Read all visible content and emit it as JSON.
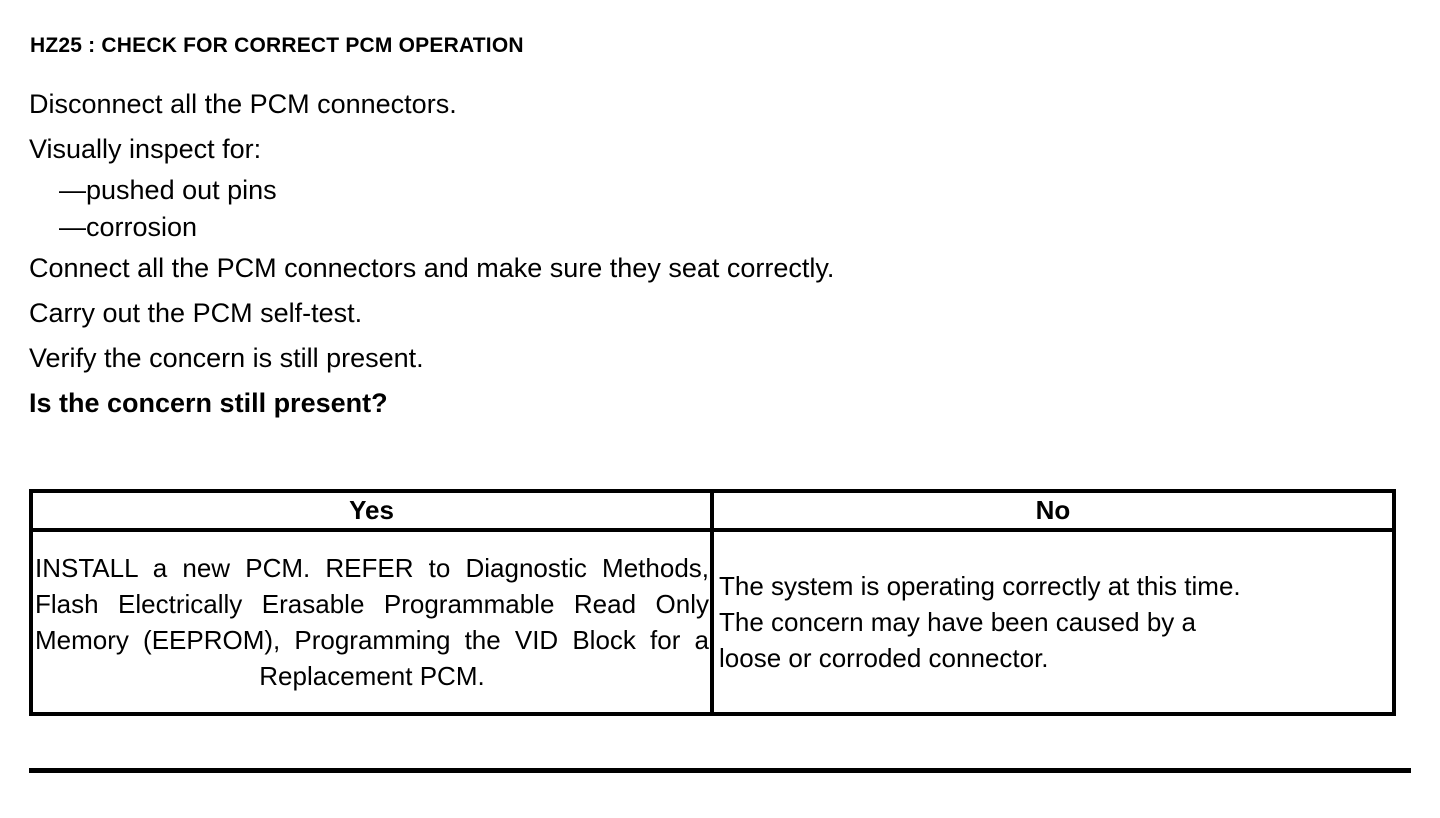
{
  "document": {
    "step_id_title": "HZ25 : CHECK FOR CORRECT PCM OPERATION",
    "instructions": [
      "Disconnect all the PCM connectors.",
      "Visually inspect for:"
    ],
    "inspect_items": [
      "—pushed out pins",
      "—corrosion"
    ],
    "instructions_after": [
      "Connect all the PCM connectors and make sure they seat correctly.",
      "Carry out the PCM self-test.",
      "Verify the concern is still present."
    ],
    "question": "Is the concern still present?",
    "result_table": {
      "headers": {
        "yes": "Yes",
        "no": "No"
      },
      "cells": {
        "yes": "INSTALL a new PCM. REFER to Diagnostic Methods, Flash Electrically Erasable Programmable Read Only Memory (EEPROM), Programming the VID Block for a Replacement PCM.",
        "no_lines": [
          "The system is operating correctly at this time.",
          "The concern may have been caused by a",
          "loose or corroded connector."
        ]
      }
    }
  },
  "colors": {
    "text": "#000000",
    "background": "#ffffff",
    "rule": "#000000"
  }
}
